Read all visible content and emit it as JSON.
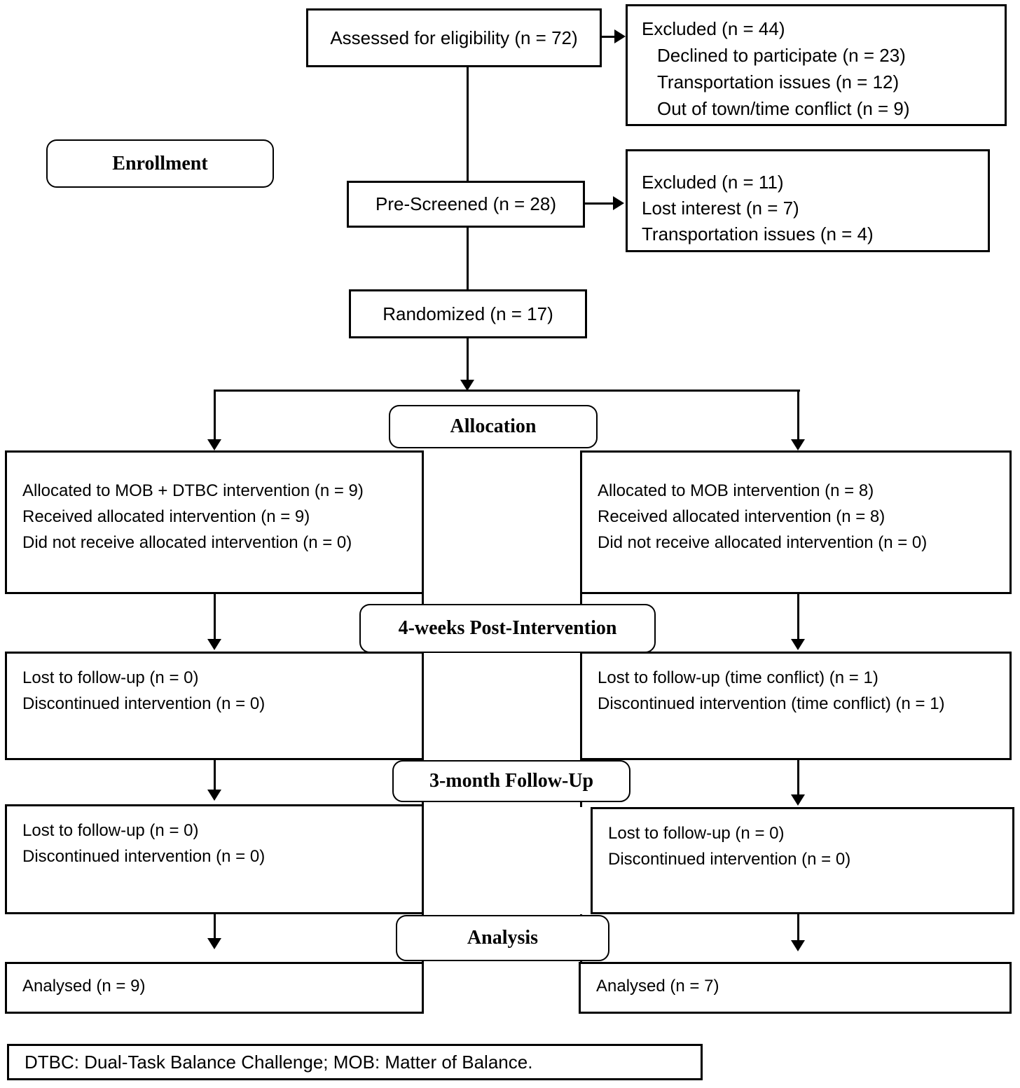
{
  "boxes": {
    "assessed": {
      "text": "Assessed for eligibility (n = 72)"
    },
    "excluded1": {
      "line1": "Excluded (n = 44)",
      "line2": "Declined to participate (n = 23)",
      "line3": "Transportation issues (n = 12)",
      "line4": "Out of town/time conflict (n = 9)"
    },
    "enrollment": {
      "label": "Enrollment"
    },
    "prescreened": {
      "text": "Pre-Screened (n = 28)"
    },
    "excluded2": {
      "line1": "Excluded (n = 11)",
      "line2": "Lost interest (n = 7)",
      "line3": "Transportation issues (n = 4)"
    },
    "randomized": {
      "text": "Randomized (n = 17)"
    },
    "allocation": {
      "label": "Allocation"
    },
    "alloc_left": {
      "line1": "Allocated to MOB + DTBC intervention (n = 9)",
      "line2": "Received allocated intervention (n = 9)",
      "line3": "Did not receive allocated intervention (n = 0)"
    },
    "alloc_right": {
      "line1": "Allocated to MOB intervention (n = 8)",
      "line2": "Received allocated intervention (n = 8)",
      "line3": "Did not receive allocated intervention (n = 0)"
    },
    "post4w": {
      "label": "4-weeks Post-Intervention"
    },
    "fu4_left": {
      "line1": "Lost to follow-up (n = 0)",
      "line2": "Discontinued intervention (n = 0)"
    },
    "fu4_right": {
      "line1": "Lost to follow-up (time conflict) (n = 1)",
      "line2": "Discontinued intervention (time conflict) (n = 1)"
    },
    "fu3m": {
      "label": "3-month Follow-Up"
    },
    "fu3_left": {
      "line1": "Lost to follow-up (n = 0)",
      "line2": "Discontinued intervention (n = 0)"
    },
    "fu3_right": {
      "line1": "Lost to follow-up (n = 0)",
      "line2": "Discontinued intervention (n = 0)"
    },
    "analysis": {
      "label": "Analysis"
    },
    "analysed_left": {
      "text": "Analysed (n = 9)"
    },
    "analysed_right": {
      "text": "Analysed (n = 7)"
    },
    "footnote": {
      "text": "DTBC: Dual-Task Balance Challenge; MOB: Matter of Balance."
    }
  },
  "colors": {
    "line": "#000000",
    "box_background": "#ffffff",
    "text": "#000000"
  }
}
